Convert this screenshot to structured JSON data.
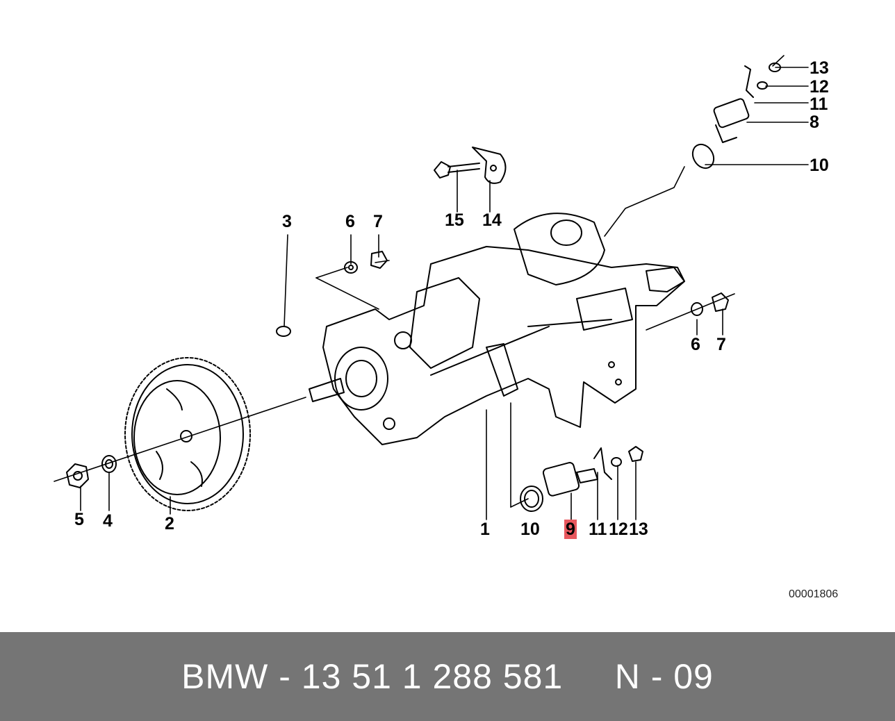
{
  "diagram": {
    "callouts": [
      {
        "id": "c13a",
        "label": "13"
      },
      {
        "id": "c12a",
        "label": "12"
      },
      {
        "id": "c11a",
        "label": "11"
      },
      {
        "id": "c8",
        "label": "8"
      },
      {
        "id": "c10a",
        "label": "10"
      },
      {
        "id": "c15",
        "label": "15"
      },
      {
        "id": "c14",
        "label": "14"
      },
      {
        "id": "c3",
        "label": "3"
      },
      {
        "id": "c6a",
        "label": "6"
      },
      {
        "id": "c7a",
        "label": "7"
      },
      {
        "id": "c6b",
        "label": "6"
      },
      {
        "id": "c7b",
        "label": "7"
      },
      {
        "id": "c5",
        "label": "5"
      },
      {
        "id": "c4",
        "label": "4"
      },
      {
        "id": "c2",
        "label": "2"
      },
      {
        "id": "c1",
        "label": "1"
      },
      {
        "id": "c10b",
        "label": "10"
      },
      {
        "id": "c9",
        "label": "9",
        "highlighted": true
      },
      {
        "id": "c11b",
        "label": "11"
      },
      {
        "id": "c12b",
        "label": "12"
      },
      {
        "id": "c13b",
        "label": "13"
      }
    ],
    "diagram_code": "00001806",
    "highlight_color": "#e8585e"
  },
  "footer": {
    "brand": "BMW",
    "separator": "-",
    "part_number": "13 51 1 288 581",
    "group": "N - 09",
    "background_color": "#757575"
  }
}
